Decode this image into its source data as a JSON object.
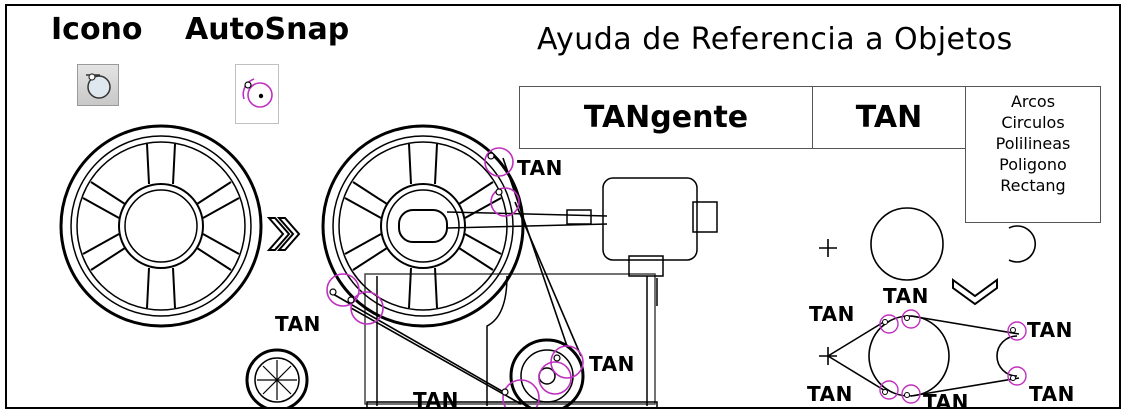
{
  "headers": {
    "icon_label": "Icono",
    "autosnap_label": "AutoSnap",
    "title": "Ayuda de Referencia a Objetos"
  },
  "reference": {
    "name": "TANgente",
    "abbreviation": "TAN",
    "objects": [
      "Arcos",
      "Circulos",
      "Polilineas",
      "Poligono",
      "Rectang"
    ]
  },
  "icons": {
    "toolbar": "tangent-snap-icon",
    "autosnap_marker": "tangent-marker-icon",
    "arrow": "double-chevron-right-icon",
    "arrow_down": "double-chevron-down-icon"
  },
  "colors": {
    "marker": "#c030c0",
    "line": "#000000"
  },
  "snap_label": "TAN"
}
